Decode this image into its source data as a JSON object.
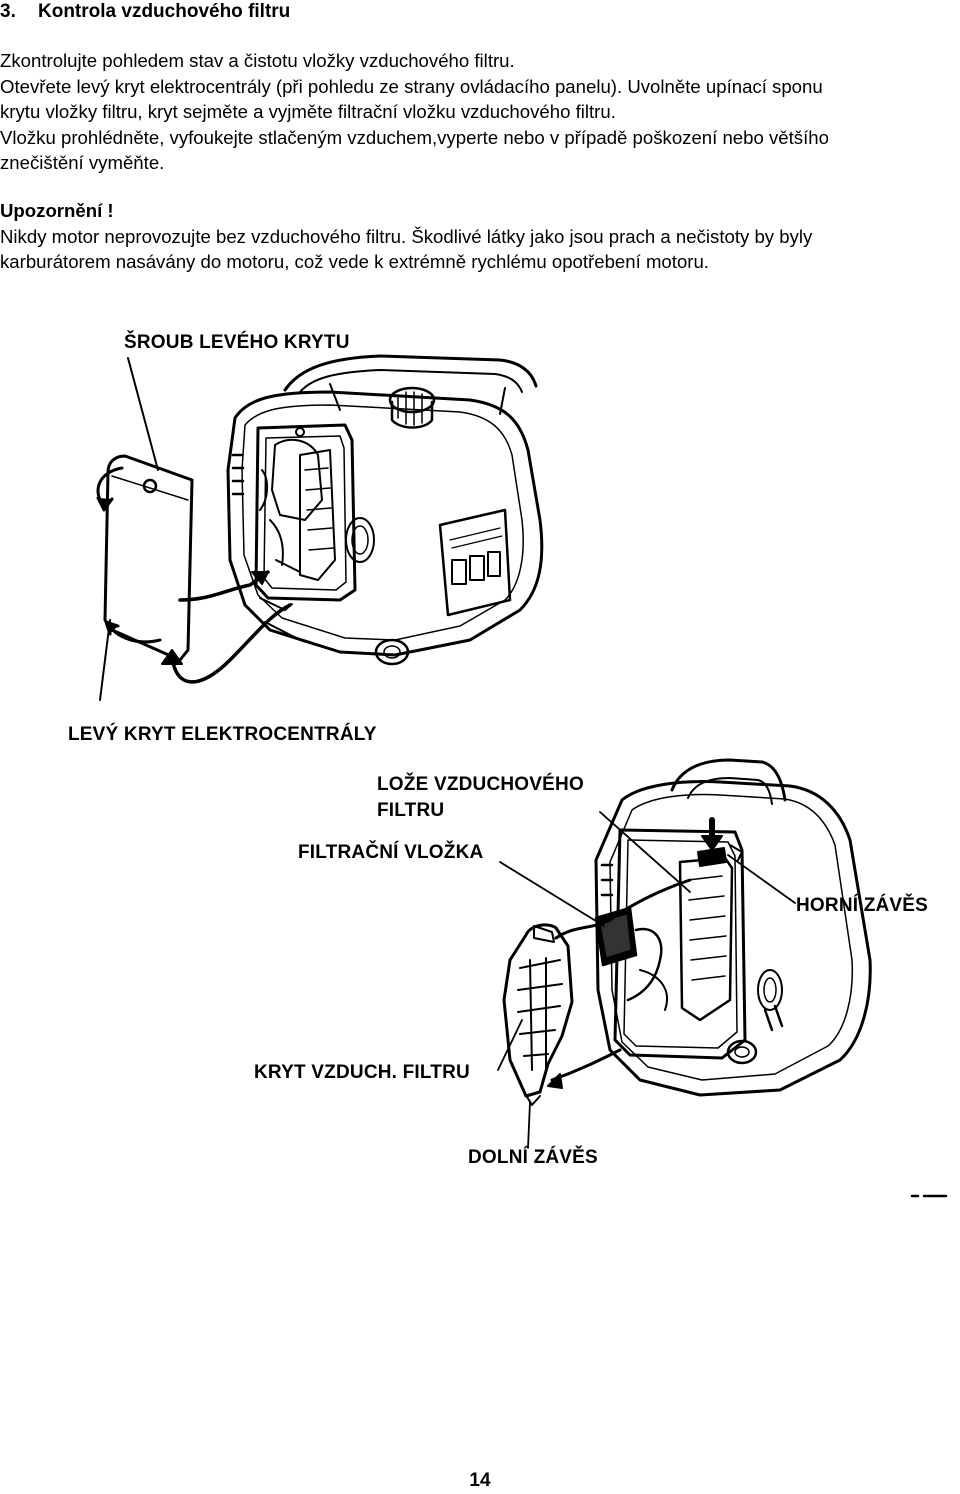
{
  "section": {
    "number": "3.",
    "title": "Kontrola vzduchového filtru"
  },
  "instructions": {
    "lines": [
      "Zkontrolujte pohledem stav a čistotu vložky vzduchového filtru.",
      "Otevřete levý kryt elektrocentrály (při pohledu ze strany ovládacího panelu). Uvolněte  upínací sponu",
      "krytu vložky filtru, kryt sejměte a vyjměte filtrační vložku vzduchového filtru.",
      "Vložku prohlédněte, vyfoukejte stlačeným vzduchem,vyperte nebo v případě poškození nebo většího",
      "znečištění vyměňte."
    ]
  },
  "warning": {
    "title": "Upozornění !",
    "lines": [
      "Nikdy motor neprovozujte bez vzduchového filtru. Škodlivé látky jako jsou prach a nečistoty by byly",
      "karburátorem nasávány do motoru, což vede k extrémně rychlému opotřebení motoru."
    ]
  },
  "figure_top": {
    "labels": {
      "screw": "ŠROUB LEVÉHO KRYTU",
      "left_cover": "LEVÝ KRYT ELEKTROCENTRÁLY"
    }
  },
  "figure_bottom": {
    "labels": {
      "filter_bed_line1": "LOŽE VZDUCHOVÉHO",
      "filter_bed_line2": "FILTRU",
      "filter_element": "FILTRAČNÍ VLOŽKA",
      "upper_hinge": "HORNÍ ZÁVĚS",
      "filter_cover": "KRYT VZDUCH. FILTRU",
      "lower_hinge": "DOLNÍ ZÁVĚS"
    }
  },
  "page_number": "14"
}
